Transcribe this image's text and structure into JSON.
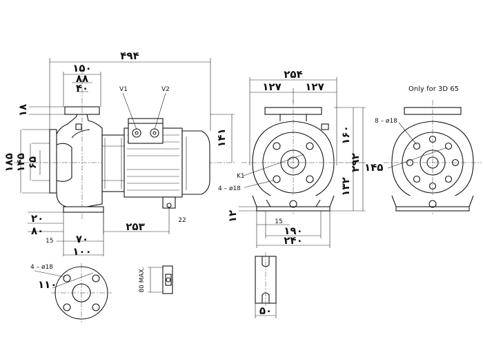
{
  "side_view": {
    "overall_length": "۴۹۴",
    "flange_width": "۱۵۰",
    "bolt_center": "۸۸",
    "bore": "۴۰",
    "top_offset": "۱۸",
    "suction_flange": "۱۸۵",
    "suction_pitch": "۱۴۵",
    "suction_bore": "۶۵",
    "shaft_height": "۱۴۱",
    "base_height": "۲۰",
    "base_offset": "۸۰",
    "base_length": "۲۵۳",
    "foot_gap": "22",
    "foot_left": "15",
    "foot_width": "۷۰",
    "foot_span": "۱۰۰",
    "valve_1": "V1",
    "valve_2": "V2"
  },
  "front_view": {
    "width": "۲۵۴",
    "half_left": "۱۲۷",
    "half_right": "۱۲۷",
    "height_upper": "۱۶۰",
    "height_total": "۲۹۲",
    "height_lower": "۱۳۲",
    "label_k1": "K1",
    "holes": "4 – ø18",
    "foot_thickness": "۱۲",
    "foot_offset": "15",
    "foot_pitch": "۱۹۰",
    "foot_width": "۲۴۰"
  },
  "alt_view": {
    "note": "Only for 3D 65",
    "holes": "8 – ø18",
    "pitch_circle": "۱۴۵"
  },
  "slot_detail": {
    "width": "۵۰"
  },
  "flange_detail": {
    "holes": "4 – ø18",
    "pitch_circle": "۱۱۰"
  },
  "bolt_detail": {
    "max_length": "80 MAX."
  }
}
